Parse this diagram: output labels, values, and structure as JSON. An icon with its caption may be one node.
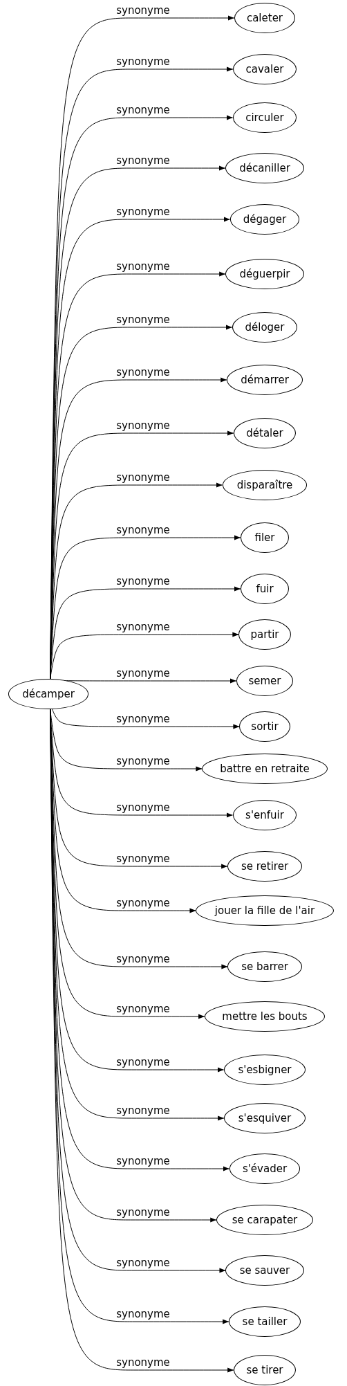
{
  "diagram": {
    "nodes": [
      {
        "text": [
          "décamper"
        ]
      },
      {
        "text": [
          "caleter"
        ]
      },
      {
        "text": [
          "cavaler"
        ]
      },
      {
        "text": [
          "circuler"
        ]
      },
      {
        "text": [
          "décaniller"
        ]
      },
      {
        "text": [
          "dégager"
        ]
      },
      {
        "text": [
          "déguerpir"
        ]
      },
      {
        "text": [
          "déloger"
        ]
      },
      {
        "text": [
          "démarrer"
        ]
      },
      {
        "text": [
          "détaler"
        ]
      },
      {
        "text": [
          "disparaître"
        ]
      },
      {
        "text": [
          "filer"
        ]
      },
      {
        "text": [
          "fuir"
        ]
      },
      {
        "text": [
          "partir"
        ]
      },
      {
        "text": [
          "semer"
        ]
      },
      {
        "text": [
          "sortir"
        ]
      },
      {
        "text": [
          "battre en retraite"
        ]
      },
      {
        "text": [
          "s'enfuir"
        ]
      },
      {
        "text": [
          "se retirer"
        ]
      },
      {
        "text": [
          "jouer la fille de l'air"
        ]
      },
      {
        "text": [
          "se barrer"
        ]
      },
      {
        "text": [
          "mettre les bouts"
        ]
      },
      {
        "text": [
          "s'esbigner"
        ]
      },
      {
        "text": [
          "s'esquiver"
        ]
      },
      {
        "text": [
          "s'évader"
        ]
      },
      {
        "text": [
          "se carapater"
        ]
      },
      {
        "text": [
          "se sauver"
        ]
      },
      {
        "text": [
          "se tailler"
        ]
      },
      {
        "text": [
          "se tirer"
        ]
      }
    ],
    "edges": [
      {
        "from": 0,
        "to": 1,
        "arrow": "to",
        "label": "synonyme"
      },
      {
        "from": 0,
        "to": 2,
        "arrow": "to",
        "label": "synonyme"
      },
      {
        "from": 0,
        "to": 3,
        "arrow": "to",
        "label": "synonyme"
      },
      {
        "from": 0,
        "to": 4,
        "arrow": "to",
        "label": "synonyme"
      },
      {
        "from": 0,
        "to": 5,
        "arrow": "to",
        "label": "synonyme"
      },
      {
        "from": 0,
        "to": 6,
        "arrow": "to",
        "label": "synonyme"
      },
      {
        "from": 0,
        "to": 7,
        "arrow": "to",
        "label": "synonyme"
      },
      {
        "from": 0,
        "to": 8,
        "arrow": "to",
        "label": "synonyme"
      },
      {
        "from": 0,
        "to": 9,
        "arrow": "to",
        "label": "synonyme"
      },
      {
        "from": 0,
        "to": 10,
        "arrow": "to",
        "label": "synonyme"
      },
      {
        "from": 0,
        "to": 11,
        "arrow": "to",
        "label": "synonyme"
      },
      {
        "from": 0,
        "to": 12,
        "arrow": "to",
        "label": "synonyme"
      },
      {
        "from": 0,
        "to": 13,
        "arrow": "to",
        "label": "synonyme"
      },
      {
        "from": 0,
        "to": 14,
        "arrow": "to",
        "label": "synonyme"
      },
      {
        "from": 0,
        "to": 15,
        "arrow": "to",
        "label": "synonyme"
      },
      {
        "from": 0,
        "to": 16,
        "arrow": "to",
        "label": "synonyme"
      },
      {
        "from": 0,
        "to": 17,
        "arrow": "to",
        "label": "synonyme"
      },
      {
        "from": 0,
        "to": 18,
        "arrow": "to",
        "label": "synonyme"
      },
      {
        "from": 0,
        "to": 19,
        "arrow": "to",
        "label": "synonyme"
      },
      {
        "from": 0,
        "to": 20,
        "arrow": "to",
        "label": "synonyme"
      },
      {
        "from": 0,
        "to": 21,
        "arrow": "to",
        "label": "synonyme"
      },
      {
        "from": 0,
        "to": 22,
        "arrow": "to",
        "label": "synonyme"
      },
      {
        "from": 0,
        "to": 23,
        "arrow": "to",
        "label": "synonyme"
      },
      {
        "from": 0,
        "to": 24,
        "arrow": "to",
        "label": "synonyme"
      },
      {
        "from": 0,
        "to": 25,
        "arrow": "to",
        "label": "synonyme"
      },
      {
        "from": 0,
        "to": 26,
        "arrow": "to",
        "label": "synonyme"
      },
      {
        "from": 0,
        "to": 27,
        "arrow": "to",
        "label": "synonyme"
      },
      {
        "from": 0,
        "to": 28,
        "arrow": "to",
        "label": "synonyme"
      }
    ]
  }
}
